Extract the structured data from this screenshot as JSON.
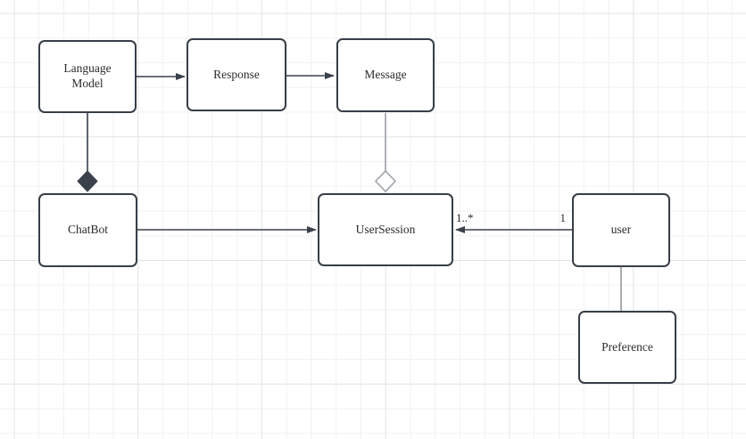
{
  "diagram": {
    "nodes": [
      {
        "id": "language-model",
        "label": "Language Model"
      },
      {
        "id": "response",
        "label": "Response"
      },
      {
        "id": "message",
        "label": "Message"
      },
      {
        "id": "chatbot",
        "label": "ChatBot"
      },
      {
        "id": "usersession",
        "label": "UserSession"
      },
      {
        "id": "user",
        "label": "user"
      },
      {
        "id": "preference",
        "label": "Preference"
      }
    ],
    "edges": {
      "languagemodel_response": {
        "type": "arrow"
      },
      "response_message": {
        "type": "arrow"
      },
      "chatbot_usersession": {
        "type": "arrow"
      },
      "user_usersession": {
        "type": "arrow",
        "source_multiplicity": "1",
        "target_multiplicity": "1..*"
      },
      "languagemodel_chatbot": {
        "type": "composition"
      },
      "message_usersession": {
        "type": "aggregation"
      },
      "user_preference": {
        "type": "line"
      }
    },
    "colors": {
      "background": "#ffffff",
      "grid_minor": "#f1f2f3",
      "grid_major": "#e1e4e6",
      "node_border": "#373e47",
      "node_fill": "#ffffff",
      "edge_dark": "#3a414b",
      "edge_gray": "#9aa0a6",
      "text": "#2b2b2b"
    }
  }
}
